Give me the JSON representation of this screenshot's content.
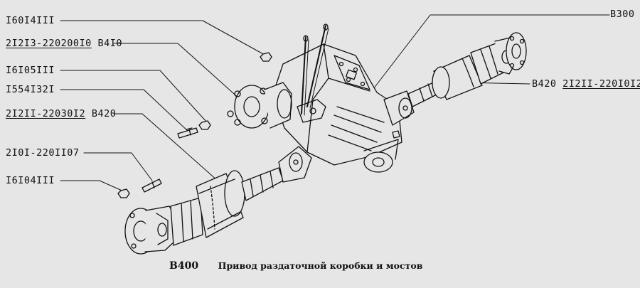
{
  "callouts": {
    "c1": {
      "part": "I60I4III"
    },
    "c2": {
      "part": "2I2I3-220200I0",
      "ref": "B4I0"
    },
    "c3": {
      "part": "I6I05III"
    },
    "c4": {
      "part": "I554I32I"
    },
    "c5": {
      "part": "2I2II-22030I2",
      "ref": "B420"
    },
    "c6": {
      "part": "2I0I-220II07"
    },
    "c7": {
      "part": "I6I04III"
    },
    "c8": {
      "ref": "B300"
    },
    "c9": {
      "ref": "B420",
      "part": "2I2II-220I0I2"
    }
  },
  "caption": {
    "code": "B400",
    "title": "Привод раздаточной коробки и мостов"
  },
  "colors": {
    "background": "#e6e6e6",
    "ink": "#111111"
  }
}
